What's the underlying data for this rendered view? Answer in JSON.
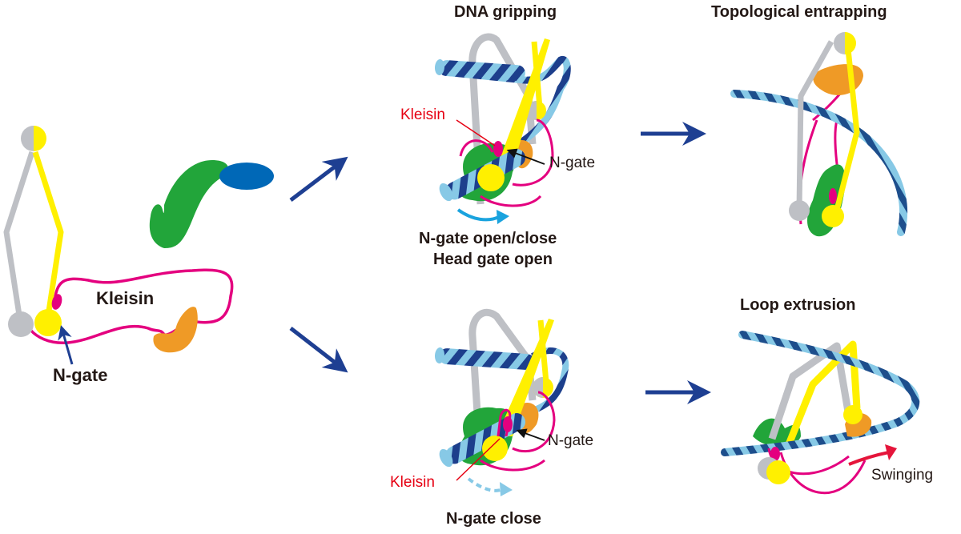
{
  "figure": {
    "panels": {
      "initial": {
        "kleisin_label": "Kleisin",
        "ngate_label": "N-gate"
      },
      "dna_gripping": {
        "title": "DNA gripping",
        "kleisin_label": "Kleisin",
        "ngate_label": "N-gate",
        "caption_line1": "N-gate open/close",
        "caption_line2": "Head gate open"
      },
      "lower_intermediate": {
        "kleisin_label": "Kleisin",
        "ngate_label": "N-gate",
        "caption": "N-gate close"
      },
      "topological_entrapping": {
        "title": "Topological entrapping"
      },
      "loop_extrusion": {
        "title": "Loop extrusion",
        "swinging_label": "Swinging"
      }
    },
    "colors": {
      "smc_gray": "#bec0c5",
      "smc_yellow": "#fff000",
      "kleisin_magenta": "#e4007f",
      "heat_green": "#22a53a",
      "hawk_orange": "#ef9a26",
      "loader_blue": "#0068b7",
      "dna_dark": "#1d3f8c",
      "dna_light": "#87c9e6",
      "arrow_navy": "#1e3f92",
      "swing_red": "#e5153b",
      "label_red": "#e60012",
      "cyan_arrow": "#1aa3de"
    }
  }
}
